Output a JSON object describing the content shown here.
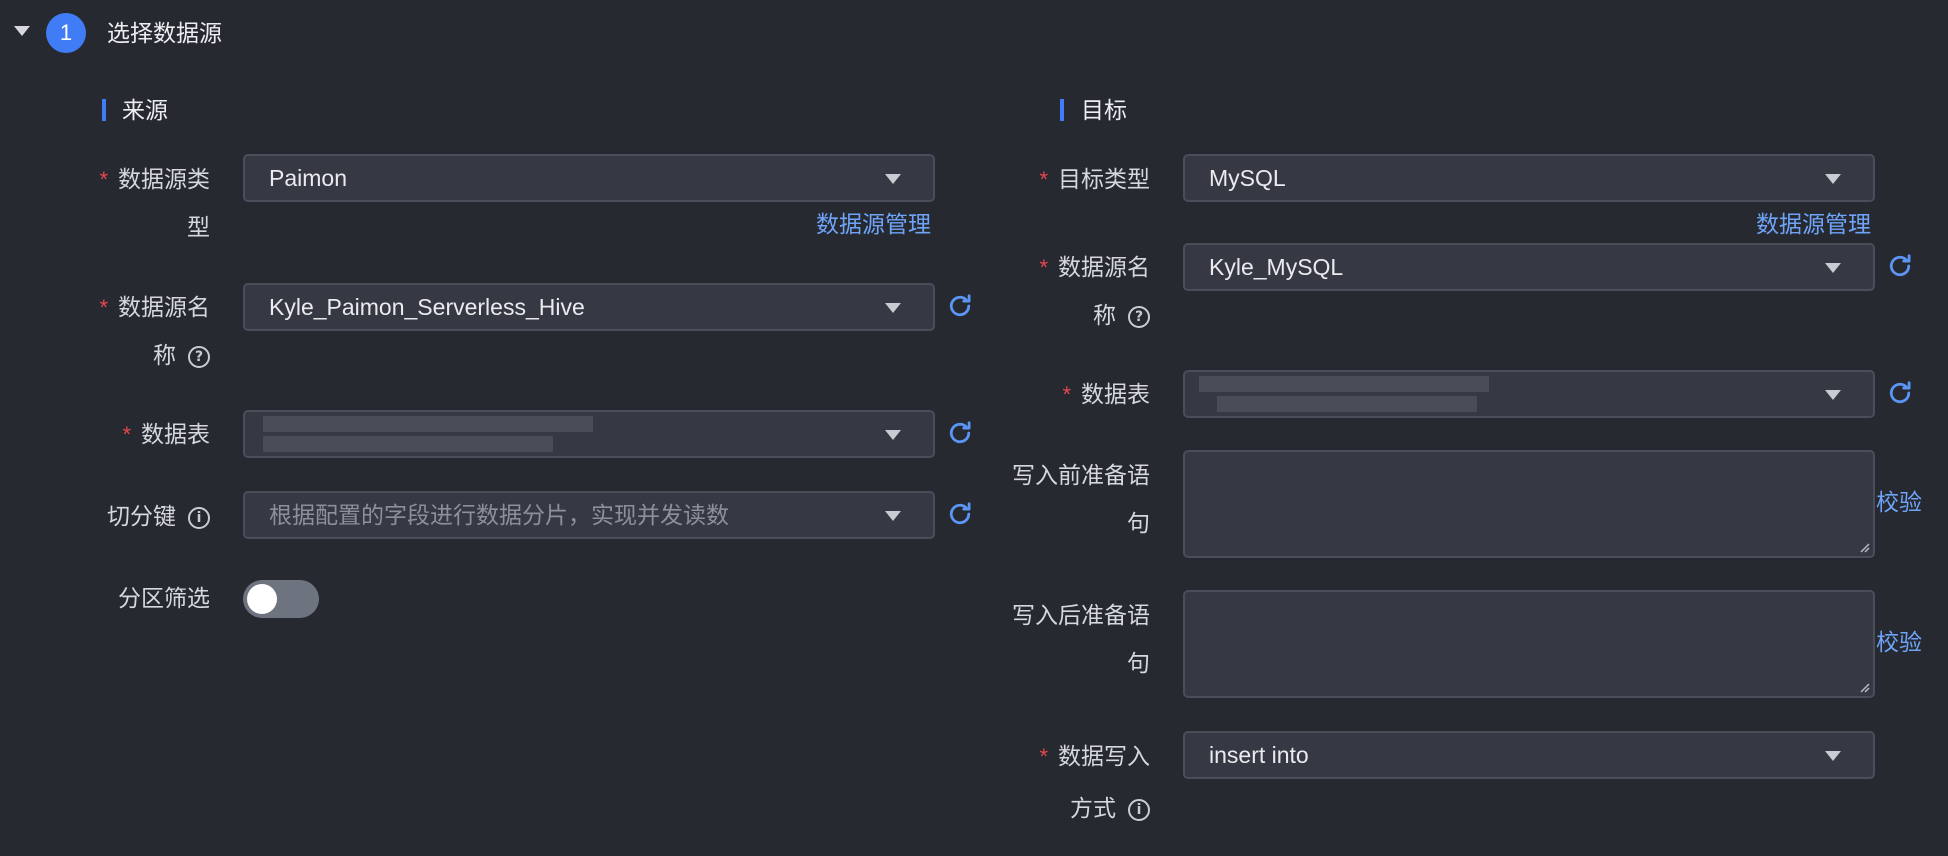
{
  "section": {
    "step": "1",
    "title": "选择数据源"
  },
  "source": {
    "title": "来源",
    "type_label": "数据源类型",
    "type_label_line1": "数据源类",
    "type_label_line2": "型",
    "type_value": "Paimon",
    "manage_link": "数据源管理",
    "name_label_line1": "数据源名",
    "name_label_line2": "称",
    "name_value": "Kyle_Paimon_Serverless_Hive",
    "table_label": "数据表",
    "split_key_label": "切分键",
    "split_key_placeholder": "根据配置的字段进行数据分片，实现并发读数",
    "partition_filter_label": "分区筛选",
    "partition_filter_enabled": false
  },
  "target": {
    "title": "目标",
    "type_label": "目标类型",
    "type_value": "MySQL",
    "manage_link": "数据源管理",
    "name_label_line1": "数据源名",
    "name_label_line2": "称",
    "name_value": "Kyle_MySQL",
    "table_label": "数据表",
    "pre_sql_label_line1": "写入前准备语",
    "pre_sql_label_line2": "句",
    "pre_validate": "校验",
    "post_sql_label_line1": "写入后准备语",
    "post_sql_label_line2": "句",
    "post_validate": "校验",
    "write_mode_label_line1": "数据写入",
    "write_mode_label_line2": "方式",
    "write_mode_value": "insert into"
  },
  "icons": {
    "refresh": "refresh-icon",
    "help": "question-circle-icon",
    "info": "info-circle-icon",
    "caret": "caret-down-icon"
  },
  "colors": {
    "accent": "#3f7cf6",
    "link": "#6fa4f8",
    "required": "#e5484d",
    "background": "#26292f"
  }
}
